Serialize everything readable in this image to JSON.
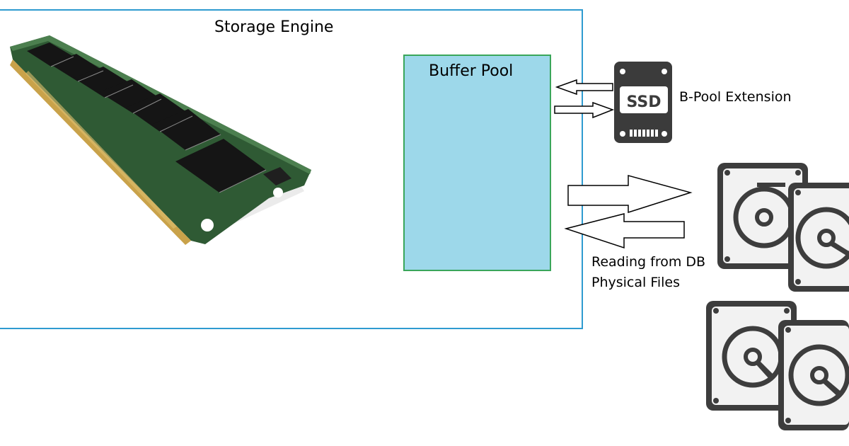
{
  "storage_engine": {
    "title": "Storage Engine"
  },
  "buffer_pool": {
    "title": "Buffer Pool"
  },
  "ssd": {
    "badge": "SSD",
    "label": "B-Pool Extension"
  },
  "disks": {
    "caption_line1": "Reading from DB",
    "caption_line2": "Physical Files"
  },
  "colors": {
    "engine_border": "#2e9bd0",
    "pool_fill": "#9dd8ea",
    "pool_border": "#3aa65a",
    "ssd_body": "#3b3b3b",
    "disk_body": "#3d3d3d",
    "disk_face": "#f2f2f2",
    "pcb_green": "#2f5a34",
    "chip": "#151515",
    "contact_gold": "#c9a24a"
  }
}
